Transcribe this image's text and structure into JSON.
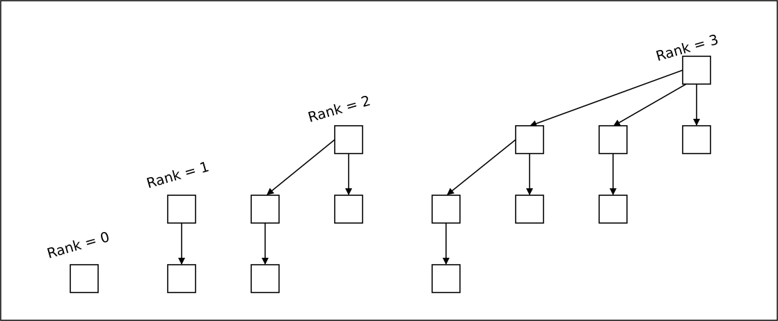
{
  "diagram": {
    "groups": [
      {
        "label": "Rank = 0"
      },
      {
        "label": "Rank = 1"
      },
      {
        "label": "Rank = 2"
      },
      {
        "label": "Rank = 3"
      }
    ]
  }
}
